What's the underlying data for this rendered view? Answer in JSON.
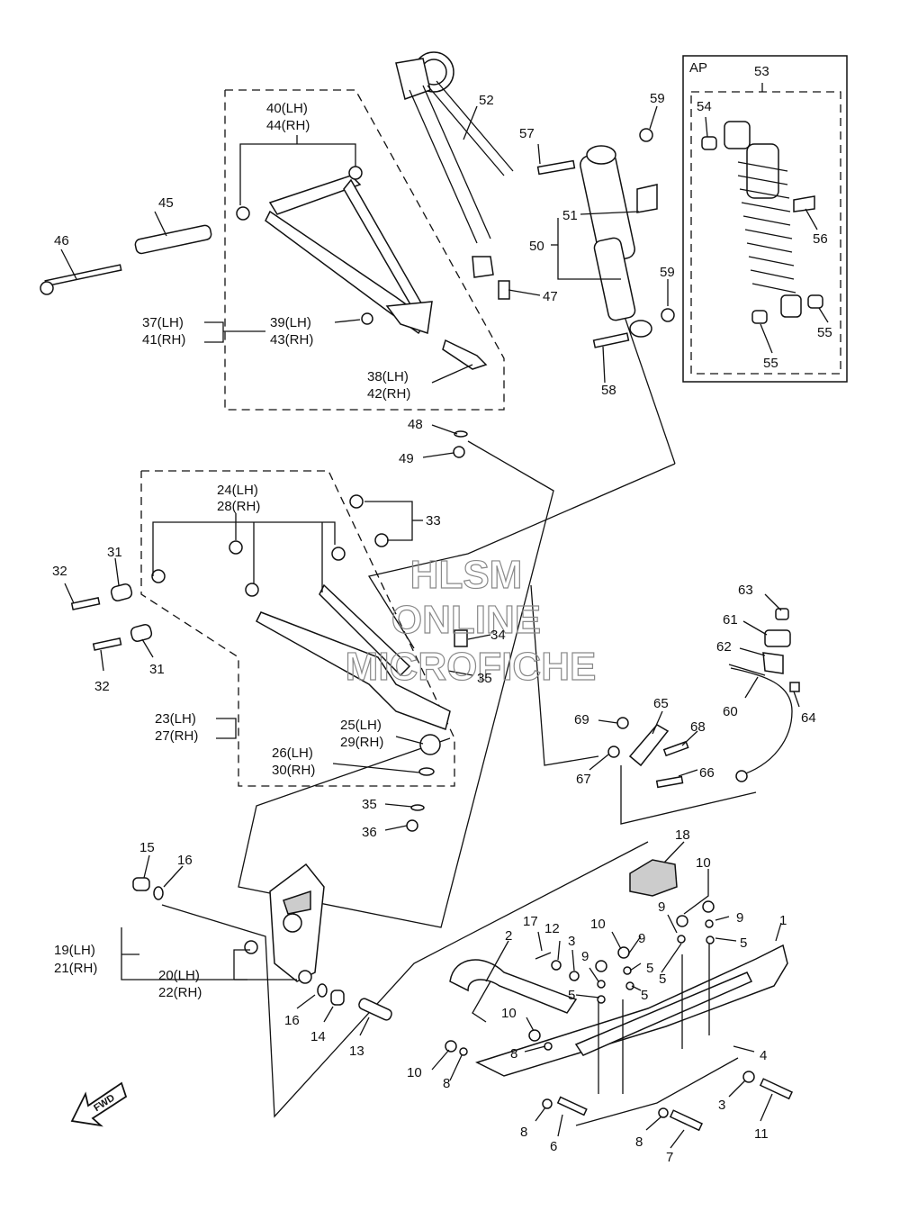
{
  "inset": {
    "label": "AP"
  },
  "watermark": {
    "line1": "HLSM",
    "line2": "ONLINE",
    "line3": "MICROFICHE"
  },
  "forward_marker": {
    "text": "FWD"
  },
  "callouts": [
    {
      "id": "1",
      "text": "1"
    },
    {
      "id": "2",
      "text": "2"
    },
    {
      "id": "3a",
      "text": "3"
    },
    {
      "id": "3b",
      "text": "3"
    },
    {
      "id": "4",
      "text": "4"
    },
    {
      "id": "5a",
      "text": "5"
    },
    {
      "id": "5b",
      "text": "5"
    },
    {
      "id": "5c",
      "text": "5"
    },
    {
      "id": "5d",
      "text": "5"
    },
    {
      "id": "5e",
      "text": "5"
    },
    {
      "id": "6",
      "text": "6"
    },
    {
      "id": "7",
      "text": "7"
    },
    {
      "id": "8a",
      "text": "8"
    },
    {
      "id": "8b",
      "text": "8"
    },
    {
      "id": "8c",
      "text": "8"
    },
    {
      "id": "8d",
      "text": "8"
    },
    {
      "id": "9a",
      "text": "9"
    },
    {
      "id": "9b",
      "text": "9"
    },
    {
      "id": "9c",
      "text": "9"
    },
    {
      "id": "9d",
      "text": "9"
    },
    {
      "id": "10a",
      "text": "10"
    },
    {
      "id": "10b",
      "text": "10"
    },
    {
      "id": "10c",
      "text": "10"
    },
    {
      "id": "10d",
      "text": "10"
    },
    {
      "id": "11",
      "text": "11"
    },
    {
      "id": "12",
      "text": "12"
    },
    {
      "id": "13",
      "text": "13"
    },
    {
      "id": "14",
      "text": "14"
    },
    {
      "id": "15",
      "text": "15"
    },
    {
      "id": "16a",
      "text": "16"
    },
    {
      "id": "16b",
      "text": "16"
    },
    {
      "id": "17",
      "text": "17"
    },
    {
      "id": "18",
      "text": "18"
    },
    {
      "id": "19",
      "text": "19(LH)"
    },
    {
      "id": "21",
      "text": "21(RH)"
    },
    {
      "id": "20",
      "text": "20(LH)"
    },
    {
      "id": "22",
      "text": "22(RH)"
    },
    {
      "id": "23",
      "text": "23(LH)"
    },
    {
      "id": "27",
      "text": "27(RH)"
    },
    {
      "id": "24",
      "text": "24(LH)"
    },
    {
      "id": "28",
      "text": "28(RH)"
    },
    {
      "id": "25",
      "text": "25(LH)"
    },
    {
      "id": "29",
      "text": "29(RH)"
    },
    {
      "id": "26",
      "text": "26(LH)"
    },
    {
      "id": "30",
      "text": "30(RH)"
    },
    {
      "id": "31a",
      "text": "31"
    },
    {
      "id": "31b",
      "text": "31"
    },
    {
      "id": "32a",
      "text": "32"
    },
    {
      "id": "32b",
      "text": "32"
    },
    {
      "id": "33",
      "text": "33"
    },
    {
      "id": "34",
      "text": "34"
    },
    {
      "id": "35a",
      "text": "35"
    },
    {
      "id": "35b",
      "text": "35"
    },
    {
      "id": "36",
      "text": "36"
    },
    {
      "id": "37",
      "text": "37(LH)"
    },
    {
      "id": "41",
      "text": "41(RH)"
    },
    {
      "id": "38",
      "text": "38(LH)"
    },
    {
      "id": "42",
      "text": "42(RH)"
    },
    {
      "id": "39",
      "text": "39(LH)"
    },
    {
      "id": "43",
      "text": "43(RH)"
    },
    {
      "id": "40",
      "text": "40(LH)"
    },
    {
      "id": "44",
      "text": "44(RH)"
    },
    {
      "id": "45",
      "text": "45"
    },
    {
      "id": "46",
      "text": "46"
    },
    {
      "id": "47",
      "text": "47"
    },
    {
      "id": "48",
      "text": "48"
    },
    {
      "id": "49",
      "text": "49"
    },
    {
      "id": "50",
      "text": "50"
    },
    {
      "id": "51",
      "text": "51"
    },
    {
      "id": "52",
      "text": "52"
    },
    {
      "id": "53",
      "text": "53"
    },
    {
      "id": "54",
      "text": "54"
    },
    {
      "id": "55a",
      "text": "55"
    },
    {
      "id": "55b",
      "text": "55"
    },
    {
      "id": "56",
      "text": "56"
    },
    {
      "id": "57",
      "text": "57"
    },
    {
      "id": "58",
      "text": "58"
    },
    {
      "id": "59a",
      "text": "59"
    },
    {
      "id": "59b",
      "text": "59"
    },
    {
      "id": "60",
      "text": "60"
    },
    {
      "id": "61",
      "text": "61"
    },
    {
      "id": "62",
      "text": "62"
    },
    {
      "id": "63",
      "text": "63"
    },
    {
      "id": "64",
      "text": "64"
    },
    {
      "id": "65",
      "text": "65"
    },
    {
      "id": "66",
      "text": "66"
    },
    {
      "id": "67",
      "text": "67"
    },
    {
      "id": "68",
      "text": "68"
    },
    {
      "id": "69",
      "text": "69"
    }
  ]
}
